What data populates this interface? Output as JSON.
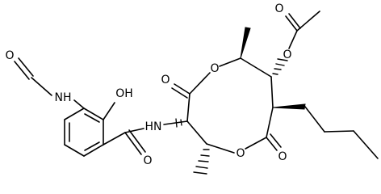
{
  "structure": {
    "atoms": {
      "formyl_oxygen": "O",
      "formamide_nh": "NH",
      "phenol_oh": "OH",
      "amide_nh": "HN",
      "amide_oxygen": "O",
      "ring_carbonyl_oxygen_left": "O",
      "ring_oxygen_top": "O",
      "ring_oxygen_bottom": "O",
      "ring_carbonyl_oxygen_right": "O",
      "acetate_ester_oxygen": "O",
      "acetate_carbonyl_oxygen": "O"
    }
  }
}
